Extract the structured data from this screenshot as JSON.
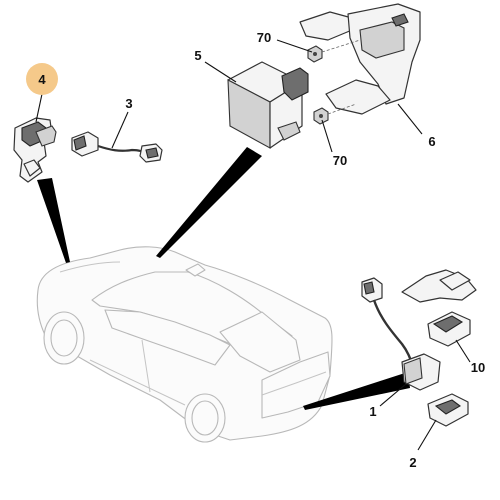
{
  "callouts": {
    "c1": "1",
    "c2": "2",
    "c3": "3",
    "c4": "4",
    "c5": "5",
    "c6": "6",
    "c10": "10",
    "c70a": "70",
    "c70b": "70"
  },
  "colors": {
    "highlight": "#f5c98a",
    "outline": "#333333",
    "car_outline": "#b8b8b8",
    "pointer": "#000000"
  }
}
